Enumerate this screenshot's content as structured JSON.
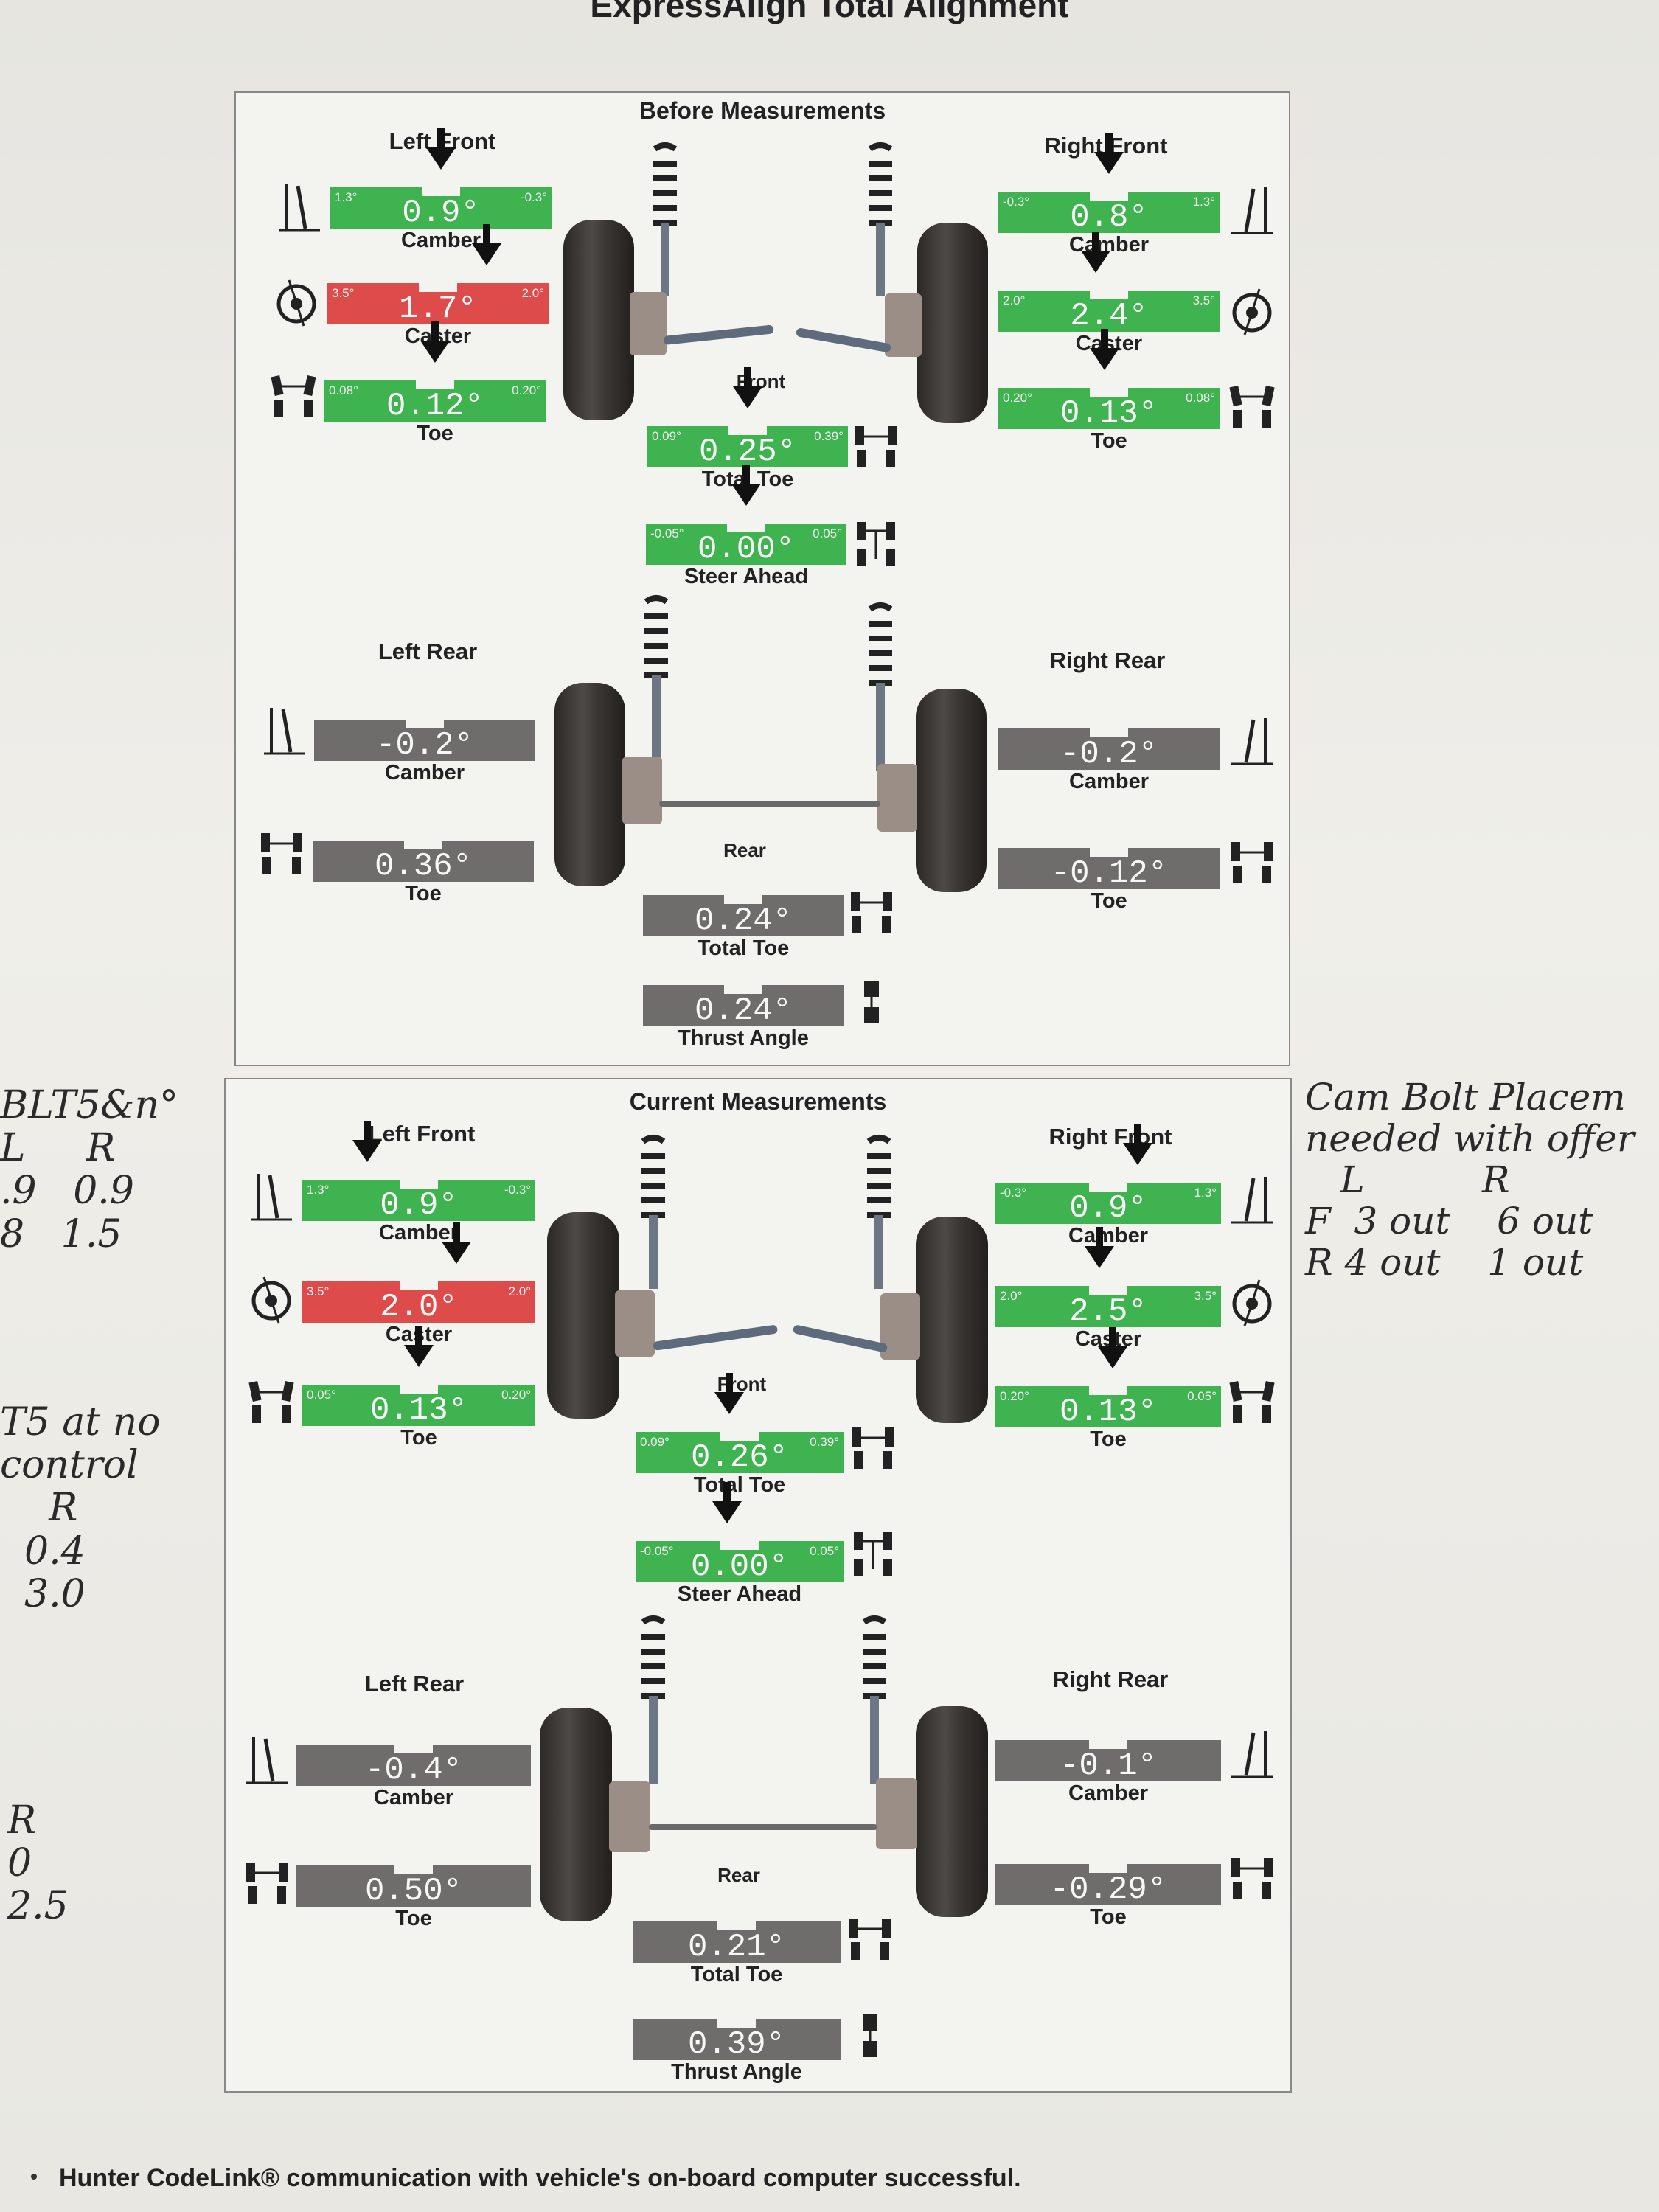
{
  "header": {
    "title": "ExpressAlign Total Alignment"
  },
  "before": {
    "title": "Before Measurements",
    "front_label": "Front",
    "rear_label": "Rear",
    "left_front": {
      "label": "Left Front",
      "camber": {
        "value": "0.9°",
        "lo": "1.3°",
        "hi": "-0.3°",
        "caption": "Camber"
      },
      "caster": {
        "value": "1.7°",
        "lo": "3.5°",
        "hi": "2.0°",
        "caption": "Caster"
      },
      "toe": {
        "value": "0.12°",
        "lo": "0.08°",
        "hi": "0.20°",
        "caption": "Toe"
      }
    },
    "right_front": {
      "label": "Right Front",
      "camber": {
        "value": "0.8°",
        "lo": "-0.3°",
        "hi": "1.3°",
        "caption": "Camber"
      },
      "caster": {
        "value": "2.4°",
        "lo": "2.0°",
        "hi": "3.5°",
        "caption": "Caster"
      },
      "toe": {
        "value": "0.13°",
        "lo": "0.20°",
        "hi": "0.08°",
        "caption": "Toe"
      }
    },
    "total_toe_front": {
      "value": "0.25°",
      "lo": "0.09°",
      "hi": "0.39°",
      "caption": "Total Toe"
    },
    "steer_ahead": {
      "value": "0.00°",
      "lo": "-0.05°",
      "hi": "0.05°",
      "caption": "Steer Ahead"
    },
    "left_rear": {
      "label": "Left Rear",
      "camber": {
        "value": "-0.2°",
        "caption": "Camber"
      },
      "toe": {
        "value": "0.36°",
        "caption": "Toe"
      }
    },
    "right_rear": {
      "label": "Right Rear",
      "camber": {
        "value": "-0.2°",
        "caption": "Camber"
      },
      "toe": {
        "value": "-0.12°",
        "caption": "Toe"
      }
    },
    "total_toe_rear": {
      "value": "0.24°",
      "caption": "Total Toe"
    },
    "thrust_angle": {
      "value": "0.24°",
      "caption": "Thrust Angle"
    }
  },
  "current": {
    "title": "Current Measurements",
    "front_label": "Front",
    "rear_label": "Rear",
    "left_front": {
      "label": "Left Front",
      "camber": {
        "value": "0.9°",
        "lo": "1.3°",
        "hi": "-0.3°",
        "caption": "Camber"
      },
      "caster": {
        "value": "2.0°",
        "lo": "3.5°",
        "hi": "2.0°",
        "caption": "Caster"
      },
      "toe": {
        "value": "0.13°",
        "lo": "0.05°",
        "hi": "0.20°",
        "caption": "Toe"
      }
    },
    "right_front": {
      "label": "Right Front",
      "camber": {
        "value": "0.9°",
        "lo": "-0.3°",
        "hi": "1.3°",
        "caption": "Camber"
      },
      "caster": {
        "value": "2.5°",
        "lo": "2.0°",
        "hi": "3.5°",
        "caption": "Caster"
      },
      "toe": {
        "value": "0.13°",
        "lo": "0.20°",
        "hi": "0.05°",
        "caption": "Toe"
      }
    },
    "total_toe_front": {
      "value": "0.26°",
      "lo": "0.09°",
      "hi": "0.39°",
      "caption": "Total Toe"
    },
    "steer_ahead": {
      "value": "0.00°",
      "lo": "-0.05°",
      "hi": "0.05°",
      "caption": "Steer Ahead"
    },
    "left_rear": {
      "label": "Left Rear",
      "camber": {
        "value": "-0.4°",
        "caption": "Camber"
      },
      "toe": {
        "value": "0.50°",
        "caption": "Toe"
      }
    },
    "right_rear": {
      "label": "Right Rear",
      "camber": {
        "value": "-0.1°",
        "caption": "Camber"
      },
      "toe": {
        "value": "-0.29°",
        "caption": "Toe"
      }
    },
    "total_toe_rear": {
      "value": "0.21°",
      "caption": "Total Toe"
    },
    "thrust_angle": {
      "value": "0.39°",
      "caption": "Thrust Angle"
    }
  },
  "handwritten": {
    "left_note_1": "BLT5&n°\nL     R\n.9   0.9\n8   1.5",
    "left_note_2": "T5 at no\ncontrol\n    R\n  0.4\n  3.0",
    "left_note_3": "R\n0\n2.5",
    "right_note": "Cam Bolt Placem\nneeded with offer\n   L          R\nF  3 out    6 out\nR 4 out    1 out"
  },
  "footer": {
    "text": "Hunter CodeLink® communication with vehicle's on-board computer successful."
  },
  "colors": {
    "green": "#3fb34f",
    "red": "#de4b4b",
    "gray": "#6f6d6b"
  },
  "icons": [
    "camber-icon",
    "caster-icon",
    "toe-icon",
    "steer-ahead-icon",
    "thrust-angle-icon"
  ]
}
